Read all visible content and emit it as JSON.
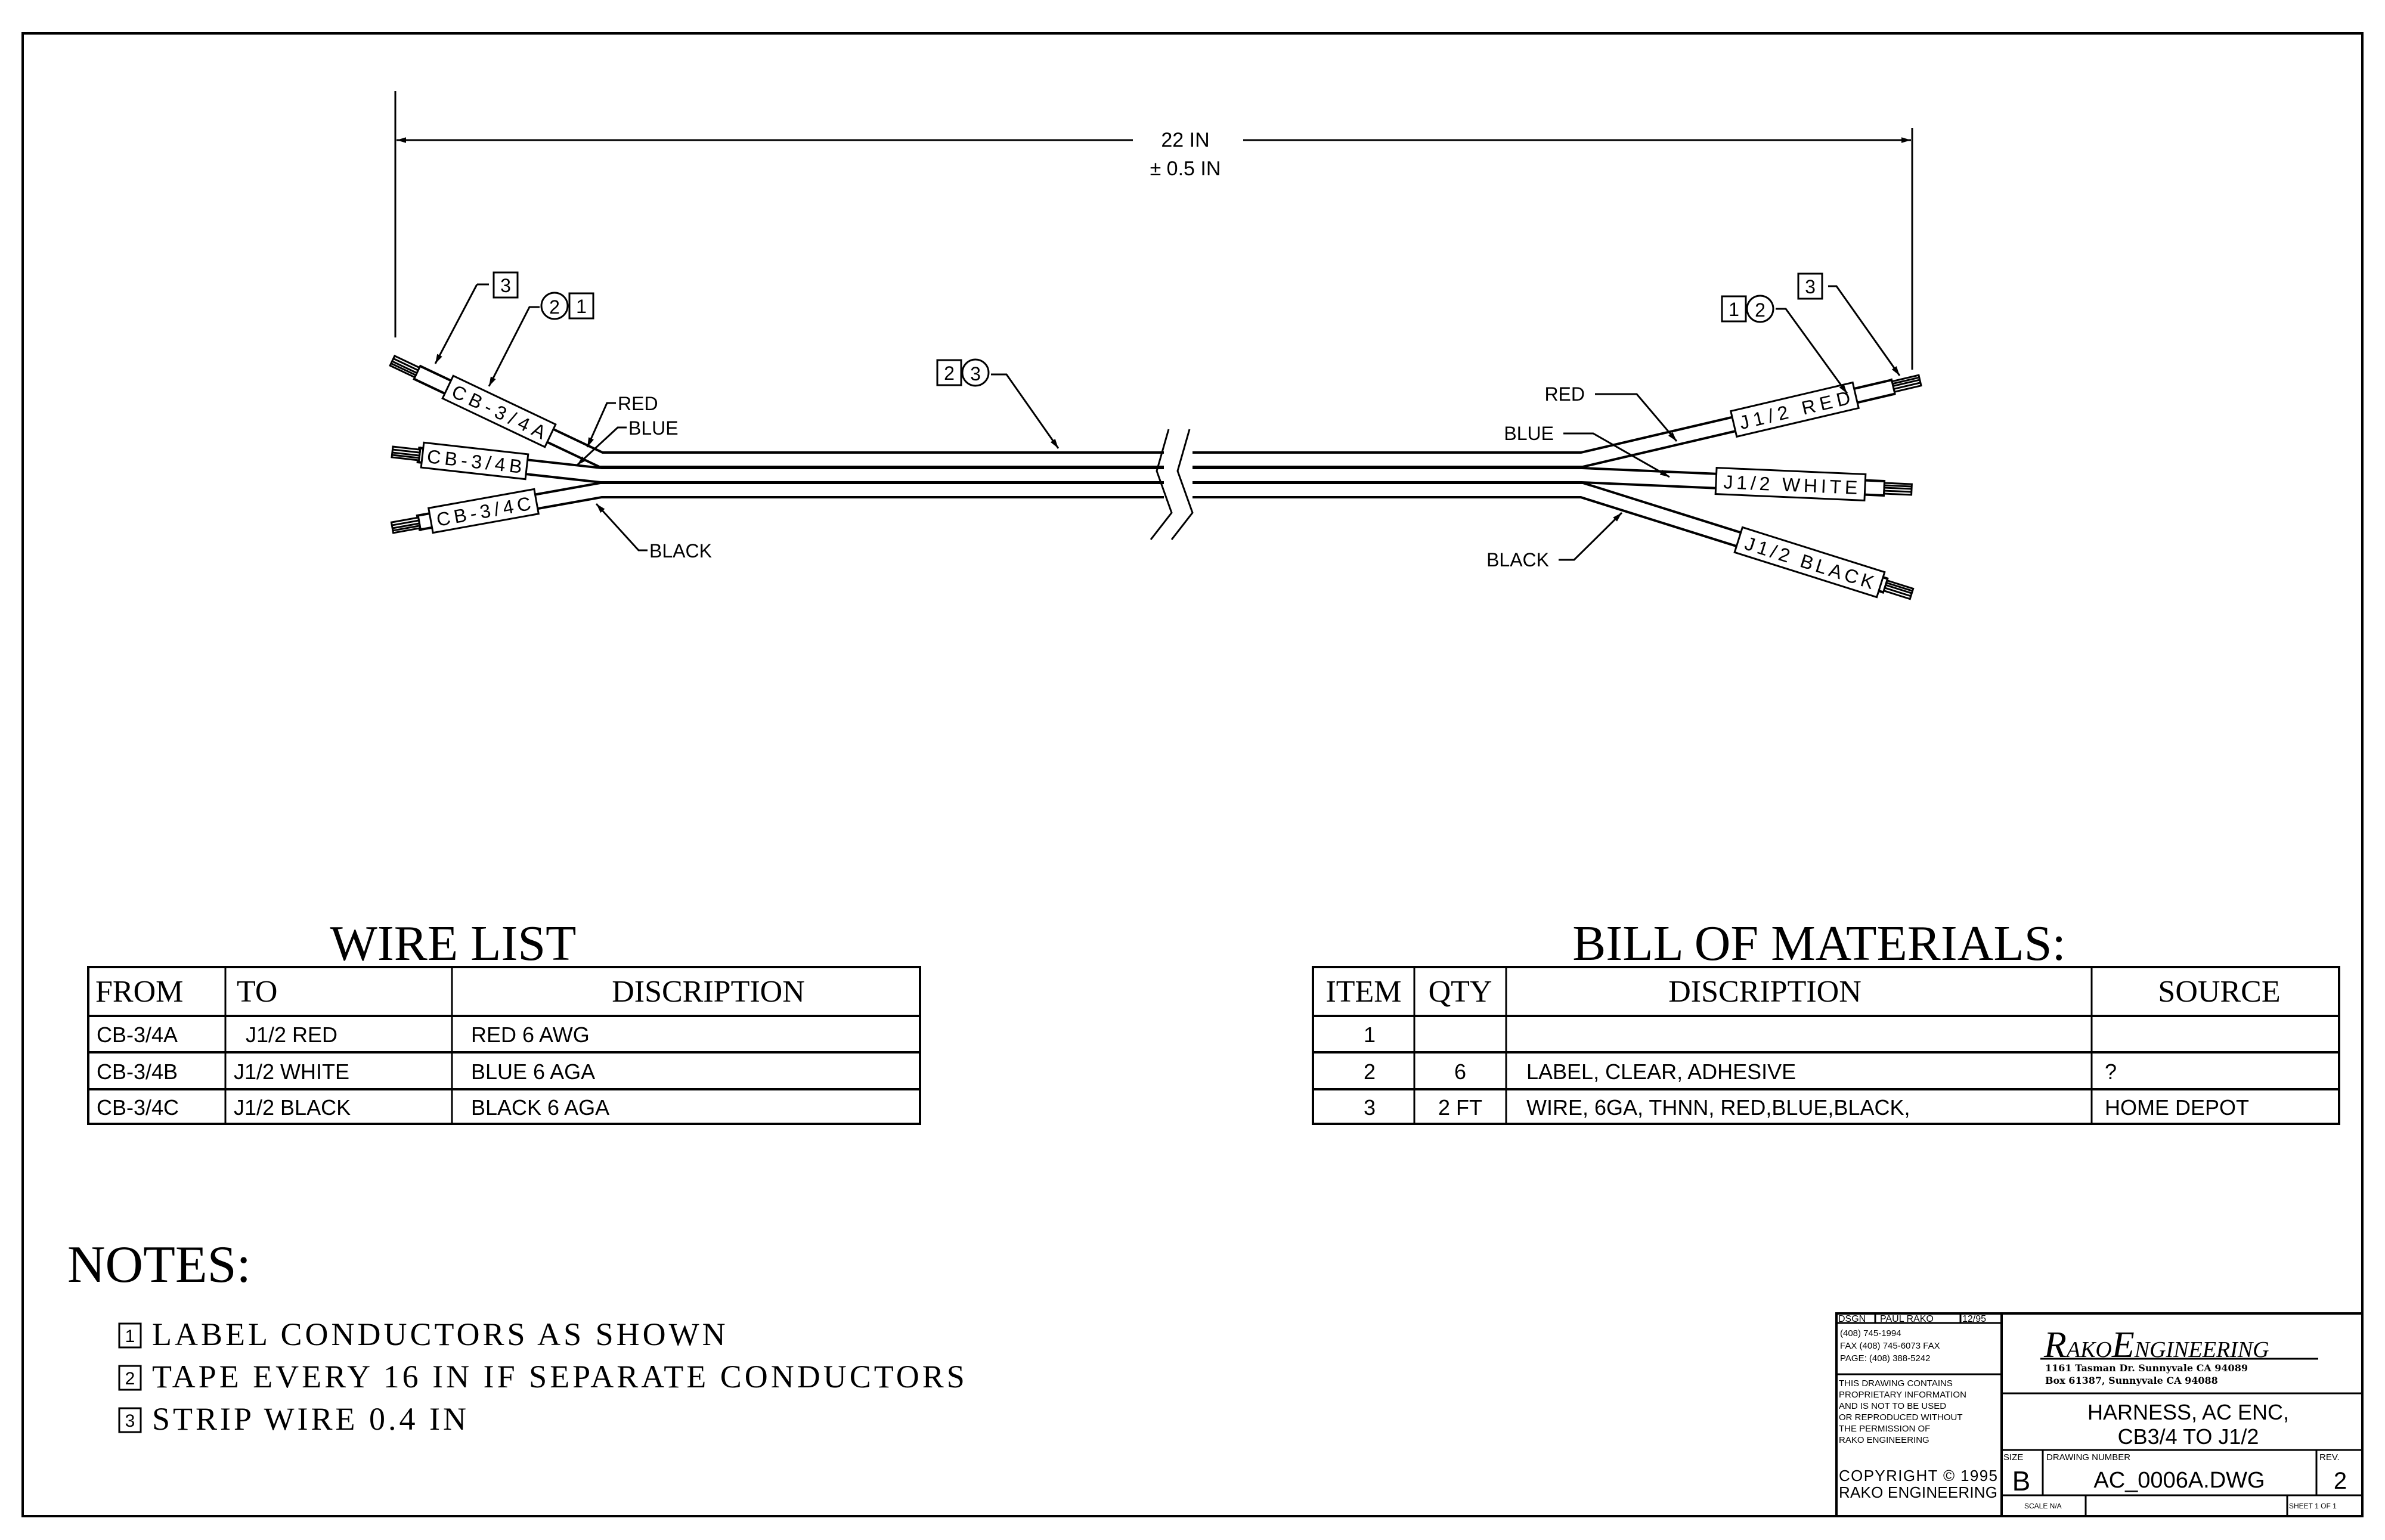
{
  "dimension": {
    "length": "22 IN",
    "tolerance": "± 0.5 IN"
  },
  "harness": {
    "left_labels": [
      "CB-3/4A",
      "CB-3/4B",
      "CB-3/4C"
    ],
    "right_labels": [
      "J1/2 RED",
      "J1/2 WHITE",
      "J1/2 BLACK"
    ],
    "wire_names": [
      "RED",
      "BLUE",
      "BLACK"
    ],
    "callouts": {
      "left": [
        "3",
        "2",
        "1"
      ],
      "middle": [
        "2",
        "3"
      ],
      "right": [
        "1",
        "2",
        "3"
      ]
    }
  },
  "wire_list": {
    "title": "WIRE LIST",
    "headers": [
      "FROM",
      "TO",
      "DISCRIPTION"
    ],
    "rows": [
      [
        "CB-3/4A",
        "J1/2 RED",
        "RED 6 AWG"
      ],
      [
        "CB-3/4B",
        "J1/2 WHITE",
        "BLUE 6 AGA"
      ],
      [
        "CB-3/4C",
        "J1/2 BLACK",
        "BLACK 6 AGA"
      ]
    ]
  },
  "bom": {
    "title": "BILL OF MATERIALS:",
    "headers": [
      "ITEM",
      "QTY",
      "DISCRIPTION",
      "SOURCE"
    ],
    "rows": [
      [
        "1",
        "",
        "",
        ""
      ],
      [
        "2",
        "6",
        "LABEL, CLEAR, ADHESIVE",
        "?"
      ],
      [
        "3",
        "2 FT",
        "WIRE, 6GA, THNN, RED,BLUE,BLACK,",
        "HOME DEPOT"
      ]
    ]
  },
  "notes": {
    "title": "NOTES:",
    "items": [
      {
        "num": "1",
        "text": "LABEL CONDUCTORS AS SHOWN"
      },
      {
        "num": "2",
        "text": "TAPE EVERY 16 IN IF SEPARATE CONDUCTORS"
      },
      {
        "num": "3",
        "text": "STRIP WIRE 0.4 IN"
      }
    ]
  },
  "title_block": {
    "dsgn_label": "DSGN",
    "designer": "PAUL RAKO",
    "date": "12/95",
    "phone": "(408) 745-1994",
    "fax": "FAX (408) 745-6073 FAX",
    "page": "PAGE: (408) 388-5242",
    "disclaimer": [
      "THIS DRAWING CONTAINS",
      "PROPRIETARY INFORMATION",
      "AND IS NOT TO BE USED",
      "OR REPRODUCED WITHOUT",
      "THE PERMISSION OF",
      "RAKO ENGINEERING"
    ],
    "copyright": [
      "COPYRIGHT © 1995",
      "RAKO ENGINEERING"
    ],
    "company": {
      "r": "R",
      "ako": "AKO",
      "e": "E",
      "ngineering": "NGINEERING"
    },
    "address1": "1161 Tasman Dr. Sunnyvale CA 94089",
    "address2": "Box 61387, Sunnyvale CA 94088",
    "title_line1": "HARNESS, AC ENC,",
    "title_line2": "CB3/4 TO J1/2",
    "size_label": "SIZE",
    "size": "B",
    "drawing_number_label": "DRAWING NUMBER",
    "drawing_number": "AC_0006A.DWG",
    "rev_label": "REV.",
    "rev": "2",
    "scale": "SCALE N/A",
    "sheet": "SHEET 1 OF 1"
  }
}
